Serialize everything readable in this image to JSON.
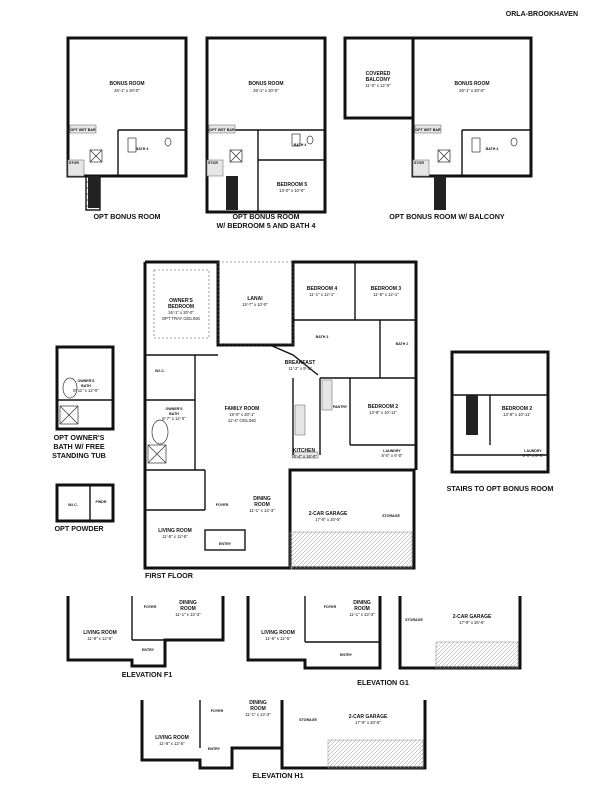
{
  "title": "ORLA-BROOKHAVEN",
  "captions": {
    "opt_bonus": "OPT BONUS ROOM",
    "opt_bonus_bed5_l1": "OPT BONUS ROOM",
    "opt_bonus_bed5_l2": "W/ BEDROOM 5 AND BATH 4",
    "opt_bonus_balcony": "OPT BONUS ROOM W/ BALCONY",
    "first_floor": "FIRST FLOOR",
    "owners_bath_l1": "OPT OWNER'S",
    "owners_bath_l2": "BATH W/ FREE",
    "owners_bath_l3": "STANDING TUB",
    "opt_powder": "OPT POWDER",
    "stairs_bonus": "STAIRS TO OPT BONUS ROOM",
    "elev_f1": "ELEVATION F1",
    "elev_g1": "ELEVATION G1",
    "elev_h1": "ELEVATION H1"
  },
  "rooms": {
    "bonus_room": "BONUS ROOM",
    "bonus_dims": "26'-1\" x 20'-0\"",
    "covered_balcony_l1": "COVERED",
    "covered_balcony_l2": "BALCONY",
    "covered_balcony_dims": "11'-0\" x 12'-0\"",
    "bath4": "BATH 4",
    "bedroom5": "BEDROOM 5",
    "bedroom5_dims": "13'-0\" x 10'-0\"",
    "stor": "STOR",
    "opt_wet_bar": "OPT WET BAR",
    "owners_bedroom": "OWNER'S",
    "owners_bedroom_l2": "BEDROOM",
    "owners_bedroom_dims": "16'-1\" x 20'-0\"",
    "opt_tray": "OPT TRAY CEILING",
    "lanai": "LANAI",
    "lanai_dims": "15'-7\" x 10'-0\"",
    "bedroom4": "BEDROOM 4",
    "bedroom4_dims": "11'-1\" x 12'-1\"",
    "bedroom3": "BEDROOM 3",
    "bedroom3_dims": "11'-8\" x 12'-1\"",
    "bath3": "BATH 3",
    "bath2": "BATH 2",
    "breakfast": "BREAKFAST",
    "breakfast_dims": "11'-2\" x 9'-1\"",
    "family_room": "FAMILY ROOM",
    "family_dims": "19'-0\" x 20'-1\"",
    "family_ceiling": "11'-4\" CEILING",
    "owners_bath": "OWNER'S",
    "owners_bath_l2": "BATH",
    "owners_bath_dims": "8'-7\" x 12'-0\"",
    "wic": "W.I.C.",
    "bedroom2": "BEDROOM 2",
    "bedroom2_dims": "13'-8\" x 10'-11\"",
    "kitchen": "KITCHEN",
    "kitchen_dims": "10'-4\" x 16'-0\"",
    "laundry": "LAUNDRY",
    "laundry_dims": "8'-0\" x 6'-0\"",
    "pantry": "PANTRY",
    "foyer": "FOYER",
    "dining_room": "DINING",
    "dining_room_l2": "ROOM",
    "dining_dims": "11'-1\" x 13'-3\"",
    "garage": "2-CAR GARAGE",
    "garage_dims": "17'-9\" x 20'-5\"",
    "storage": "STORAGE",
    "living_room": "LIVING ROOM",
    "living_dims": "11'-8\" x 12'-5\"",
    "entry": "ENTRY",
    "opt_owners_bath_dims": "8'-11\" x 12'-0\"",
    "pwdr": "PWDR"
  }
}
